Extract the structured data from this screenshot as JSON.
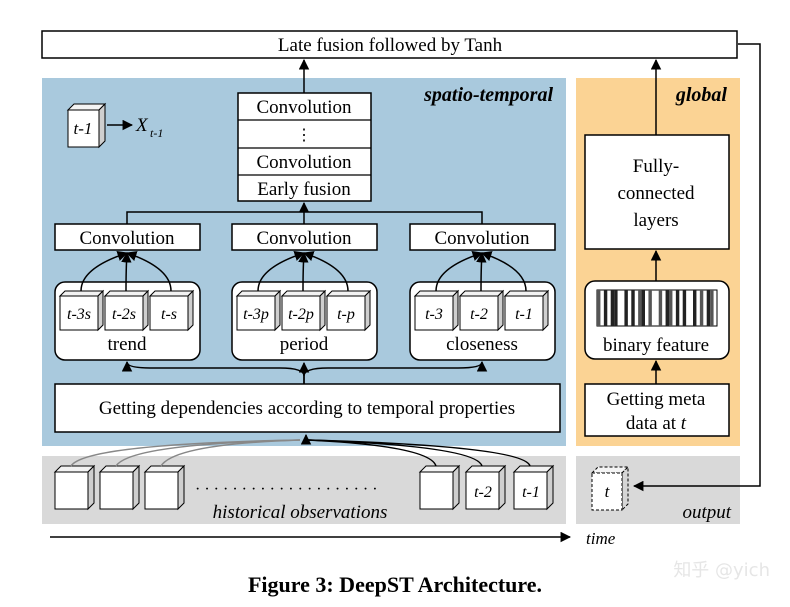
{
  "top_box": "Late fusion followed by Tanh",
  "spatio_temporal": {
    "title": "spatio-temporal",
    "legend": {
      "cube_label": "t-1",
      "symbol": "X",
      "subscript": "t-1"
    },
    "conv_stack": [
      "Convolution",
      "⋮",
      "Convolution"
    ],
    "early_fusion": "Early fusion",
    "conv_labels": [
      "Convolution",
      "Convolution",
      "Convolution"
    ],
    "groups": [
      {
        "name": "trend",
        "frames": [
          "t-3s",
          "t-2s",
          "t-s"
        ]
      },
      {
        "name": "period",
        "frames": [
          "t-3p",
          "t-2p",
          "t-p"
        ]
      },
      {
        "name": "closeness",
        "frames": [
          "t-3",
          "t-2",
          "t-1"
        ]
      }
    ],
    "dependencies": "Getting dependencies according to temporal properties"
  },
  "global": {
    "title": "global",
    "fc": [
      "Fully-",
      "connected",
      "layers"
    ],
    "binary_feature": "binary feature",
    "meta": [
      "Getting meta",
      "data at t"
    ],
    "barcode": [
      1,
      0,
      1,
      0,
      1,
      1,
      0,
      0,
      1,
      0,
      1,
      0,
      1,
      1,
      0,
      1,
      0,
      0,
      1,
      0,
      1,
      1,
      0,
      1,
      0,
      1,
      0,
      0,
      1,
      0,
      1,
      0,
      1,
      1,
      0
    ]
  },
  "bottom": {
    "historical_label": "historical observations",
    "output_label": "output",
    "output_frame": "t",
    "frames": [
      "t-2",
      "t-1"
    ],
    "dots": "· · · · · · · · · · · · · · · · · · · ·",
    "time_label": "time"
  },
  "caption": "Figure 3: DeepST Architecture.",
  "watermark": "知乎 @yich"
}
